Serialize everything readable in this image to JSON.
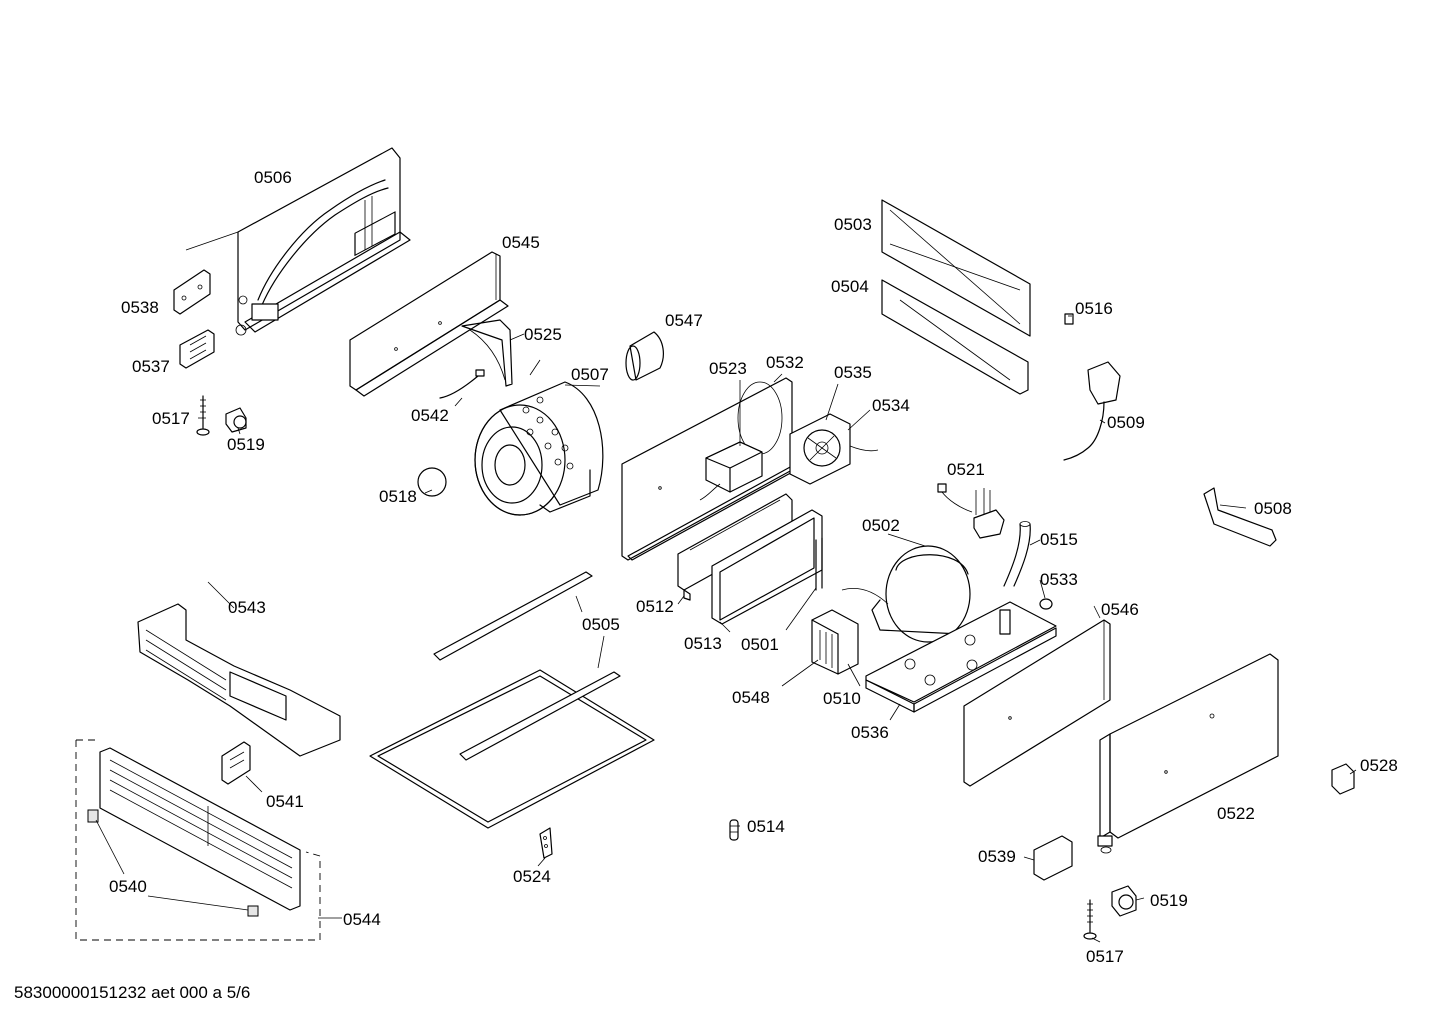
{
  "document_id": "58300000151232 aet 000 a 5/6",
  "parts": [
    {
      "key": "p0506",
      "label": "0506"
    },
    {
      "key": "p0545",
      "label": "0545"
    },
    {
      "key": "p0538",
      "label": "0538"
    },
    {
      "key": "p0537",
      "label": "0537"
    },
    {
      "key": "p0525",
      "label": "0525"
    },
    {
      "key": "p0507",
      "label": "0507"
    },
    {
      "key": "p0547",
      "label": "0547"
    },
    {
      "key": "p0517a",
      "label": "0517"
    },
    {
      "key": "p0519a",
      "label": "0519"
    },
    {
      "key": "p0542",
      "label": "0542"
    },
    {
      "key": "p0518",
      "label": "0518"
    },
    {
      "key": "p0503",
      "label": "0503"
    },
    {
      "key": "p0504",
      "label": "0504"
    },
    {
      "key": "p0516",
      "label": "0516"
    },
    {
      "key": "p0509",
      "label": "0509"
    },
    {
      "key": "p0523",
      "label": "0523"
    },
    {
      "key": "p0532",
      "label": "0532"
    },
    {
      "key": "p0535",
      "label": "0535"
    },
    {
      "key": "p0534",
      "label": "0534"
    },
    {
      "key": "p0521",
      "label": "0521"
    },
    {
      "key": "p0508",
      "label": "0508"
    },
    {
      "key": "p0502",
      "label": "0502"
    },
    {
      "key": "p0515",
      "label": "0515"
    },
    {
      "key": "p0533",
      "label": "0533"
    },
    {
      "key": "p0546",
      "label": "0546"
    },
    {
      "key": "p0543",
      "label": "0543"
    },
    {
      "key": "p0505",
      "label": "0505"
    },
    {
      "key": "p0512",
      "label": "0512"
    },
    {
      "key": "p0513",
      "label": "0513"
    },
    {
      "key": "p0501",
      "label": "0501"
    },
    {
      "key": "p0548",
      "label": "0548"
    },
    {
      "key": "p0510",
      "label": "0510"
    },
    {
      "key": "p0536",
      "label": "0536"
    },
    {
      "key": "p0541",
      "label": "0541"
    },
    {
      "key": "p0514",
      "label": "0514"
    },
    {
      "key": "p0524",
      "label": "0524"
    },
    {
      "key": "p0540",
      "label": "0540"
    },
    {
      "key": "p0544",
      "label": "0544"
    },
    {
      "key": "p0528",
      "label": "0528"
    },
    {
      "key": "p0522",
      "label": "0522"
    },
    {
      "key": "p0539",
      "label": "0539"
    },
    {
      "key": "p0519b",
      "label": "0519"
    },
    {
      "key": "p0517b",
      "label": "0517"
    }
  ]
}
